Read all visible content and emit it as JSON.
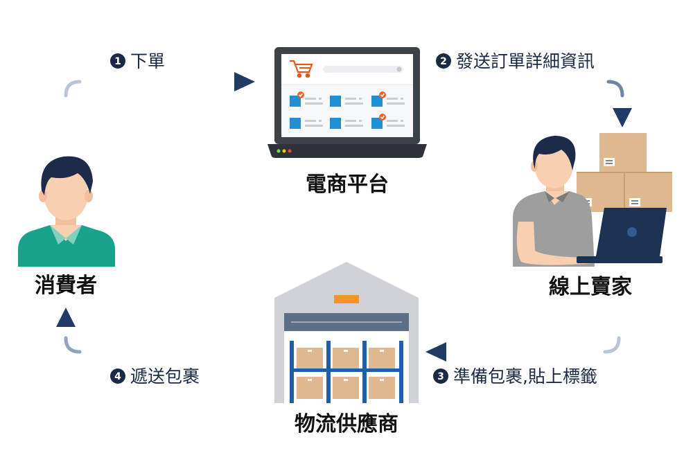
{
  "nodes": {
    "consumer": {
      "label": "消費者"
    },
    "platform": {
      "label": "電商平台"
    },
    "seller": {
      "label": "線上賣家"
    },
    "logistics": {
      "label": "物流供應商"
    }
  },
  "steps": [
    {
      "number": "1",
      "label": "下單"
    },
    {
      "number": "2",
      "label": "發送訂單詳細資訊"
    },
    {
      "number": "3",
      "label": "準備包裹,貼上標籤"
    },
    {
      "number": "4",
      "label": "遞送包裹"
    }
  ],
  "colors": {
    "arrow": "#1f3b66",
    "label_text": "#111111",
    "step_badge": "#1b2a44",
    "laptop_frame": "#3d4148",
    "product_blue": "#1e90d6",
    "check_orange": "#e8662a",
    "cart_orange": "#e35a1f",
    "box": "#deb88f",
    "shirt_consumer": "#1aa38c",
    "shirt_seller": "#9e9e9e",
    "hair": "#1d2a4a",
    "skin": "#f8cfb0",
    "seller_laptop": "#1c3253",
    "warehouse": "#cfd2d6",
    "shelf": "#1f5ea8"
  }
}
